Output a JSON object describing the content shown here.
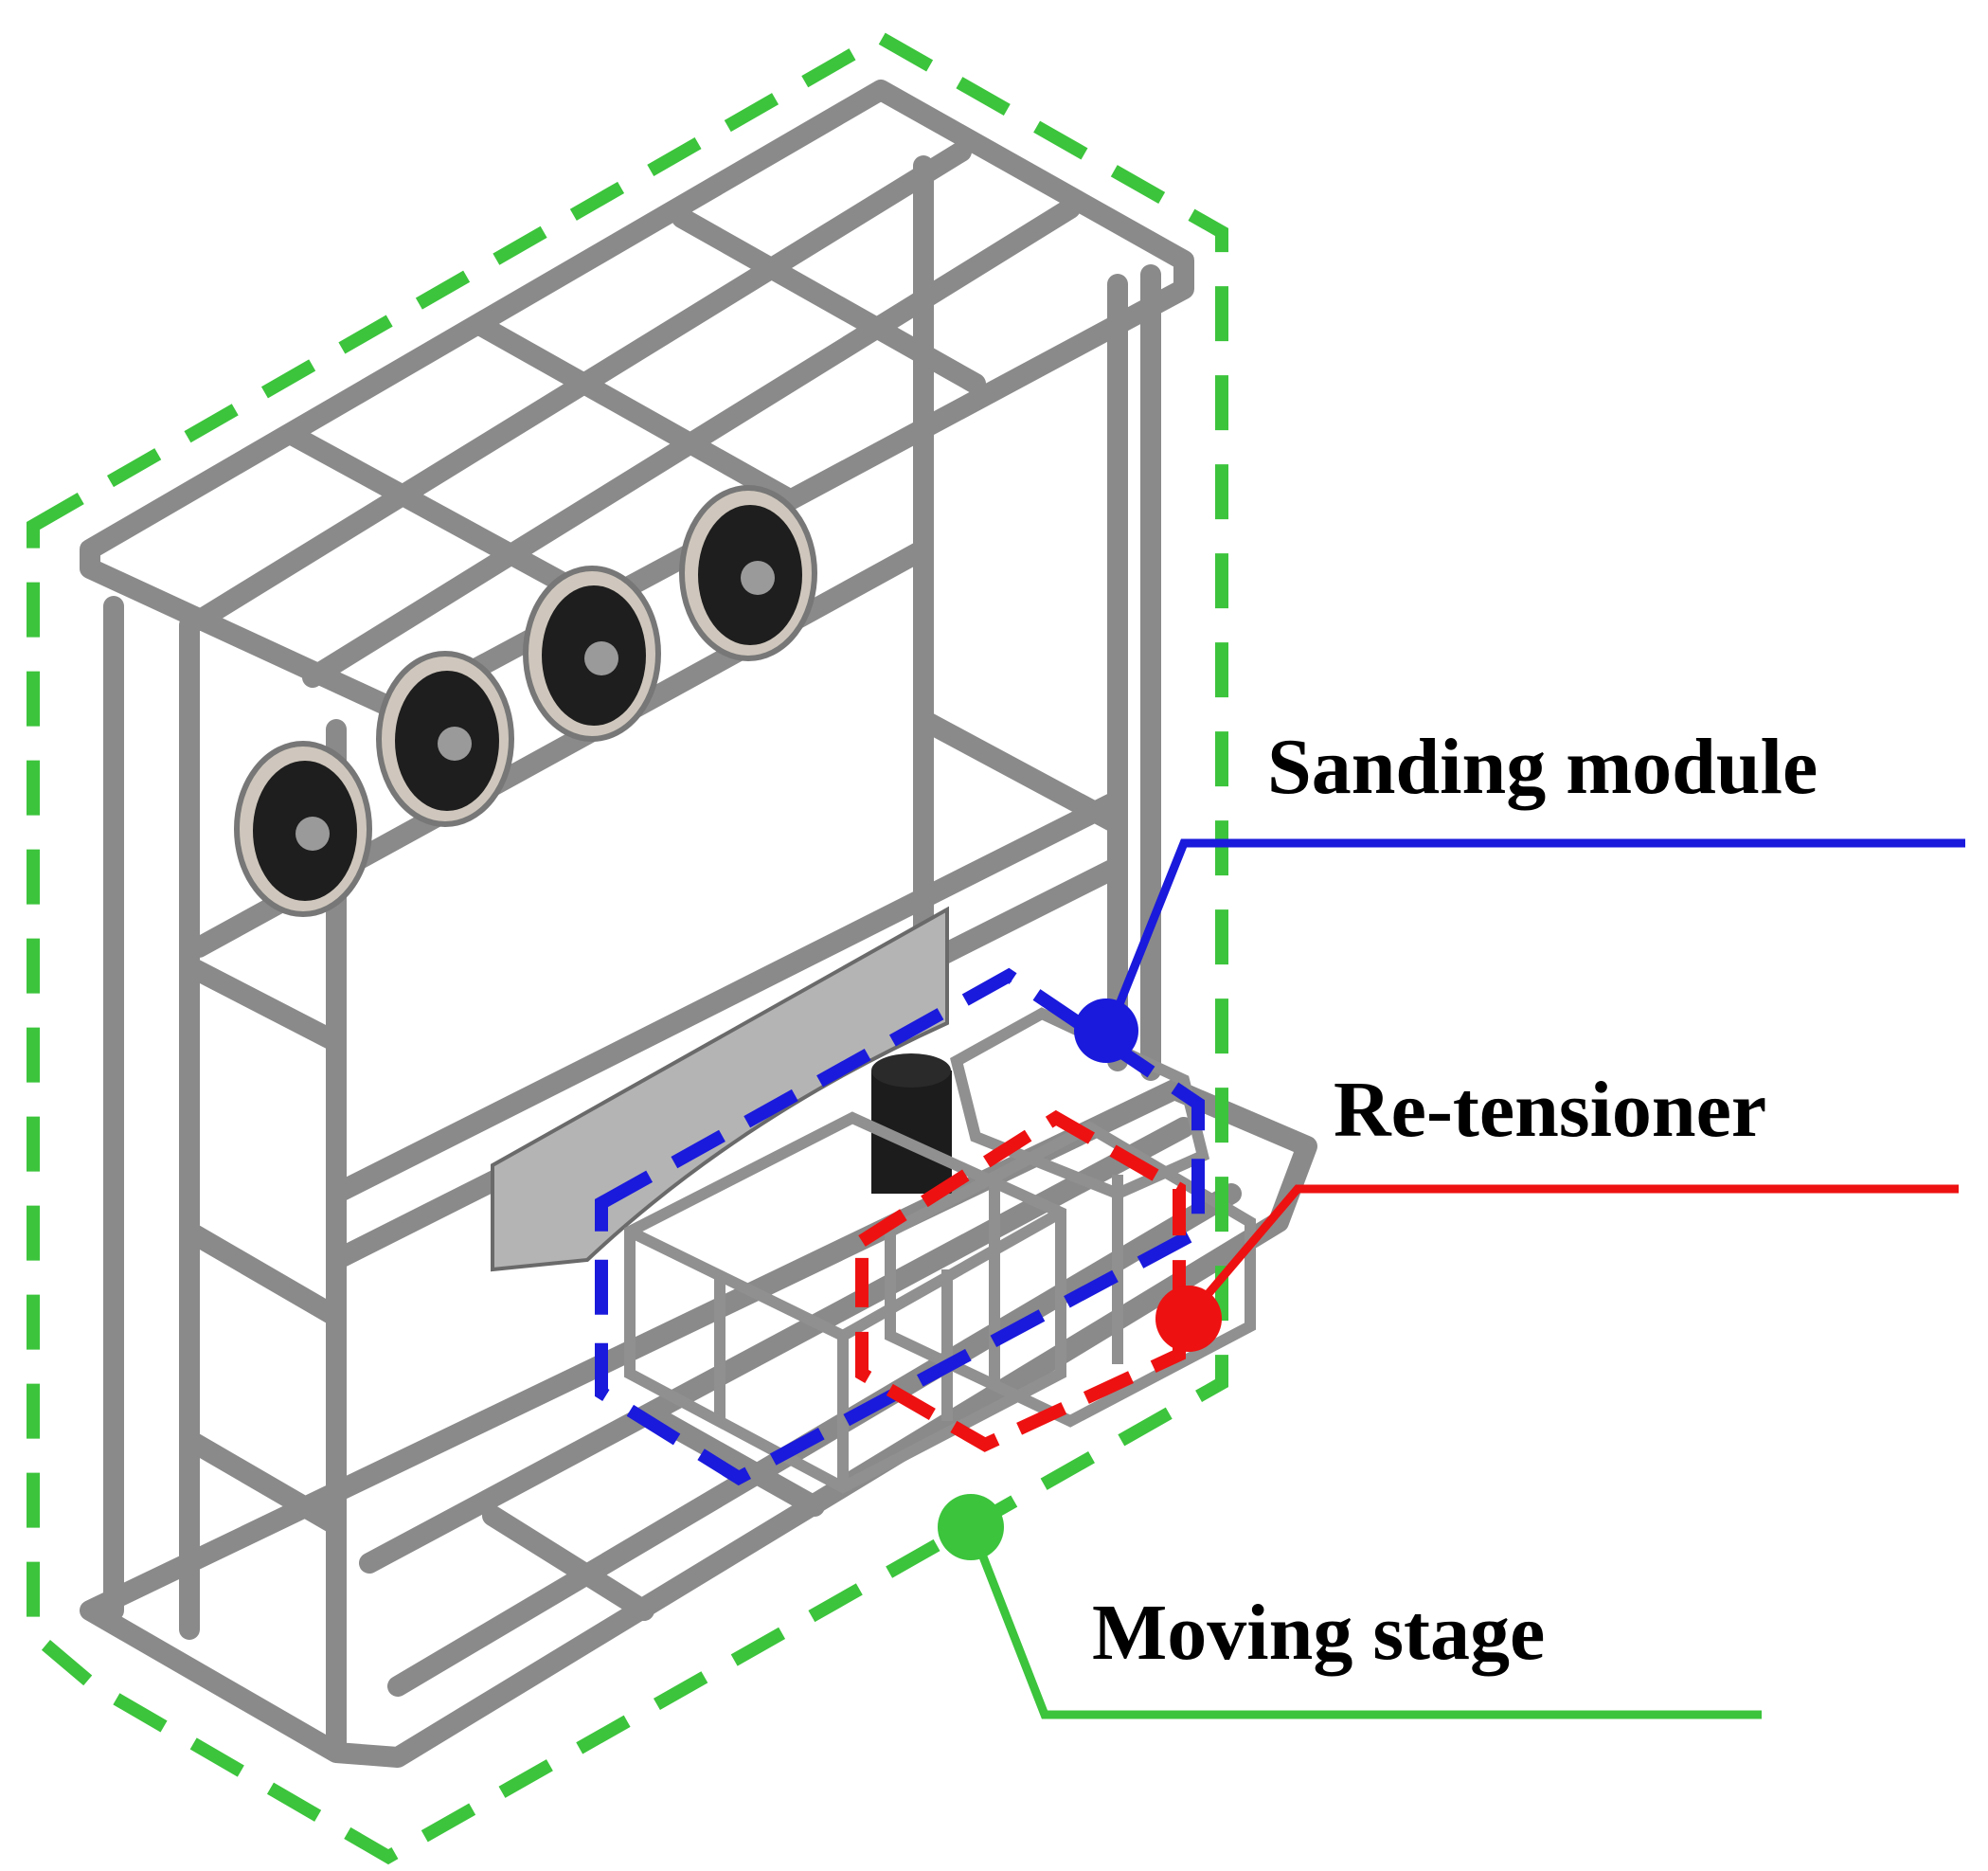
{
  "callouts": {
    "sanding_module": {
      "label": "Sanding module",
      "color": "#1a1adc"
    },
    "retensioner": {
      "label": "Re-tensioner",
      "color": "#ee1111"
    },
    "moving_stage": {
      "label": "Moving stage",
      "color": "#3cc43c"
    }
  },
  "colors": {
    "frame": "#8a8a8a",
    "frame_dark": "#5a5a5a",
    "pulley": "#1e1e1e",
    "background": "#ffffff"
  }
}
